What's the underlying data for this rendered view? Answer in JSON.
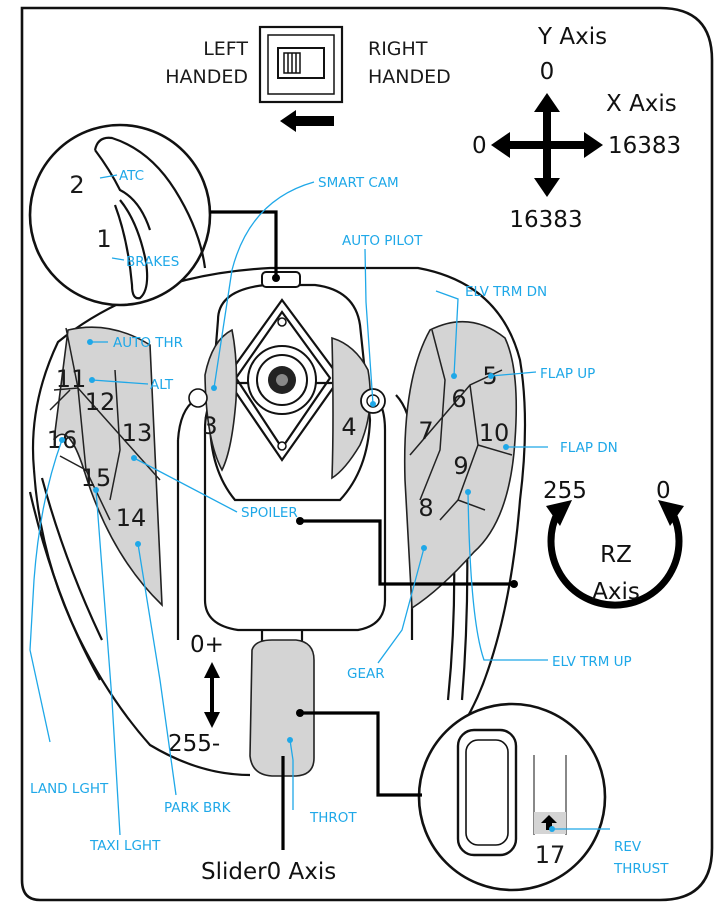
{
  "handedness": {
    "left": [
      "LEFT",
      "HANDED"
    ],
    "right": [
      "RIGHT",
      "HANDED"
    ]
  },
  "axes": {
    "y_title": "Y Axis",
    "y_min": "0",
    "y_max": "16383",
    "x_title": "X Axis",
    "x_min": "0",
    "x_max": "16383",
    "rz_left": "255",
    "rz_right": "0",
    "rz_title": [
      "RZ",
      "Axis"
    ],
    "throttle_top": "0+",
    "throttle_bottom": "255-",
    "slider_title": "Slider0 Axis"
  },
  "buttons": [
    "1",
    "2",
    "3",
    "4",
    "5",
    "6",
    "7",
    "8",
    "9",
    "10",
    "11",
    "12",
    "13",
    "14",
    "15",
    "16",
    "17"
  ],
  "labels": {
    "atc": "ATC",
    "brakes": "BRAKES",
    "smart_cam": "SMART CAM",
    "auto_pilot": "AUTO PILOT",
    "elv_trm_dn": "ELV TRM DN",
    "auto_thr": "AUTO THR",
    "alt": "ALT",
    "flap_up": "FLAP UP",
    "flap_dn": "FLAP DN",
    "spoiler": "SPOILER",
    "gear": "GEAR",
    "elv_trm_up": "ELV TRM UP",
    "land_lght": "LAND LGHT",
    "taxi_lght": "TAXI LGHT",
    "park_brk": "PARK BRK",
    "throt": "THROT",
    "rev_thrust": [
      "REV",
      "THRUST"
    ]
  },
  "colors": {
    "label": "#1fa8e8",
    "button_fill": "#d4d4d4",
    "outline": "#111111"
  }
}
